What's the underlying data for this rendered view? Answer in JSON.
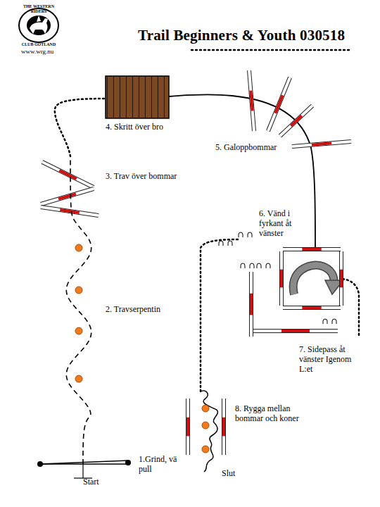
{
  "diagram": {
    "title": "Trail Beginners & Youth 030518",
    "labels": [
      "THE WESTERN RIDERS",
      "CLUB GOTLAND",
      "www.wrg.nu",
      "4. Skritt över bro",
      "5. Galoppbommar",
      "3. Trav över bommar",
      "6. Vänd i fyrkant åt vänster",
      "2. Travserpentin",
      "7. Sidepass åt vänster Igenom L:et",
      "8. Rygga mellan bommar och koner",
      "1.Grind, vä pull",
      "Start",
      "Slut"
    ]
  }
}
